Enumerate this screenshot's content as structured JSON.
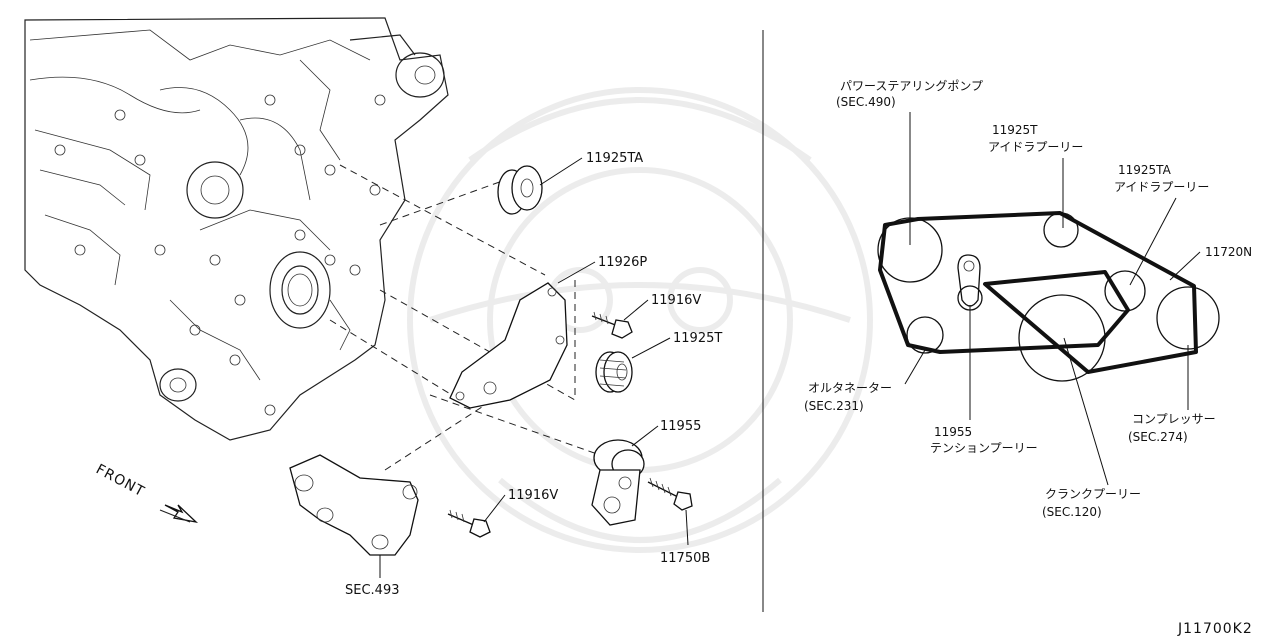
{
  "diagram_code": "J11700K2",
  "front_label": "FRONT",
  "left_callouts": {
    "c11925TA": "11925TA",
    "c11926P": "11926P",
    "c11916V_upper": "11916V",
    "c11925T": "11925T",
    "c11955": "11955",
    "c11916V_lower": "11916V",
    "c11750B": "11750B",
    "sec493": "SEC.493"
  },
  "right_callouts": {
    "ps_pump": {
      "name": "パワーステアリングポンプ",
      "sec": "(SEC.490)"
    },
    "idler_t": {
      "part": "11925T",
      "name": "アイドラプーリー"
    },
    "idler_ta": {
      "part": "11925TA",
      "name": "アイドラプーリー"
    },
    "belt": {
      "part": "11720N"
    },
    "alternator": {
      "name": "オルタネーター",
      "sec": "(SEC.231)"
    },
    "tensioner": {
      "part": "11955",
      "name": "テンションプーリー"
    },
    "compressor": {
      "name": "コンプレッサー",
      "sec": "(SEC.274)"
    },
    "crank": {
      "name": "クランクプーリー",
      "sec": "(SEC.120)"
    }
  }
}
